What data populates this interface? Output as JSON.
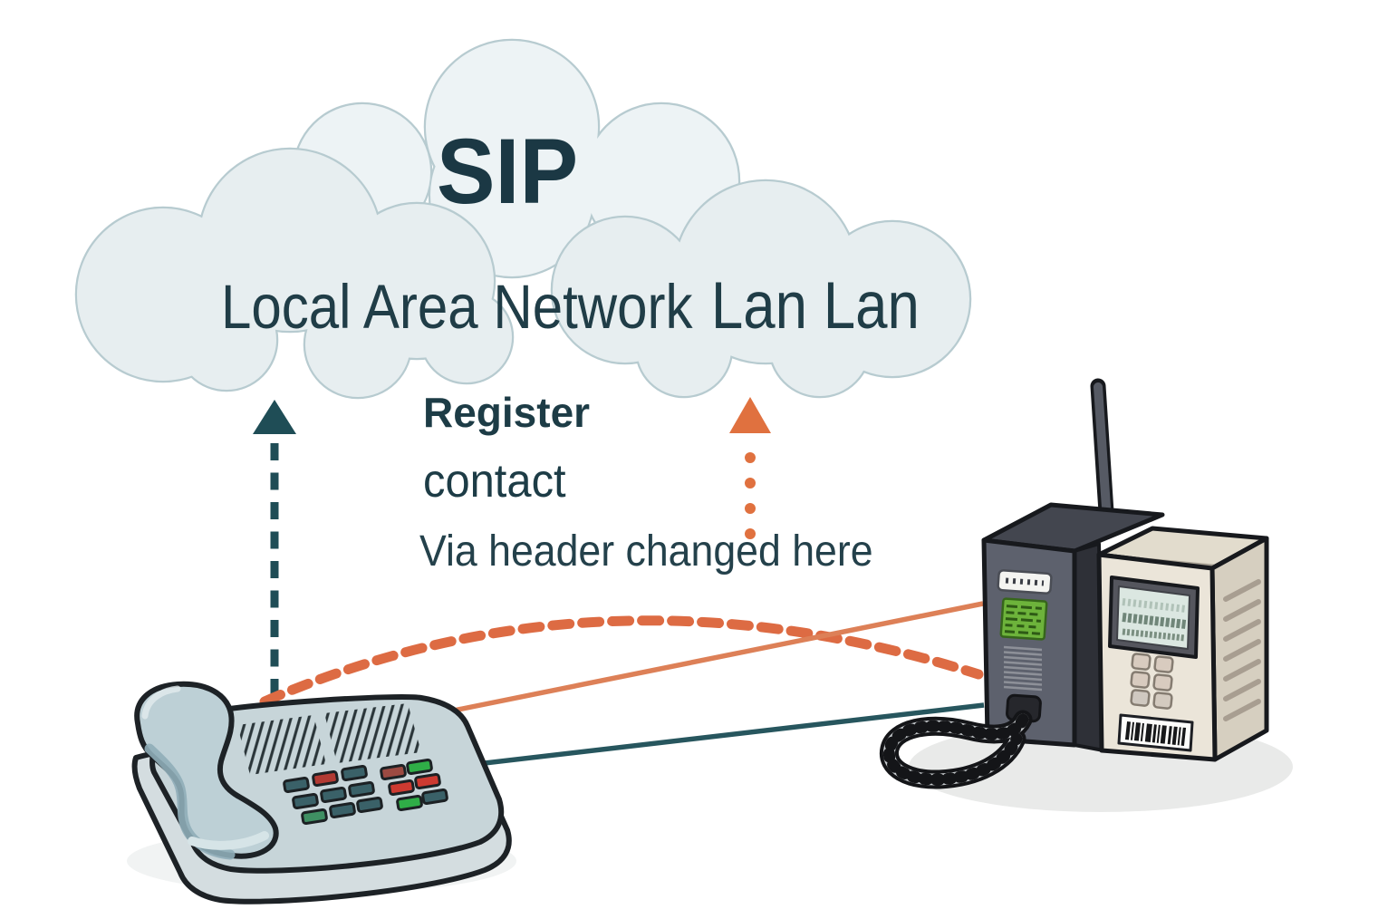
{
  "diagram": {
    "cloud": {
      "title": "SIP",
      "subtitle_main": "Local Area Network",
      "subtitle_suffix": "Lan Lan"
    },
    "annotations": {
      "register": "Register",
      "contact": "contact",
      "via_note": "Via header changed here"
    },
    "colors": {
      "teal": "#1f4d56",
      "teal_line": "#27565e",
      "orange": "#e0713f",
      "orange_dash": "#dd6b43",
      "orange_line": "#dd8057",
      "cloud_fill": "#e7eef0",
      "cloud_fill_top": "#edf3f5",
      "cloud_stroke": "#b7cbd0",
      "text": "#1c3a45"
    }
  }
}
